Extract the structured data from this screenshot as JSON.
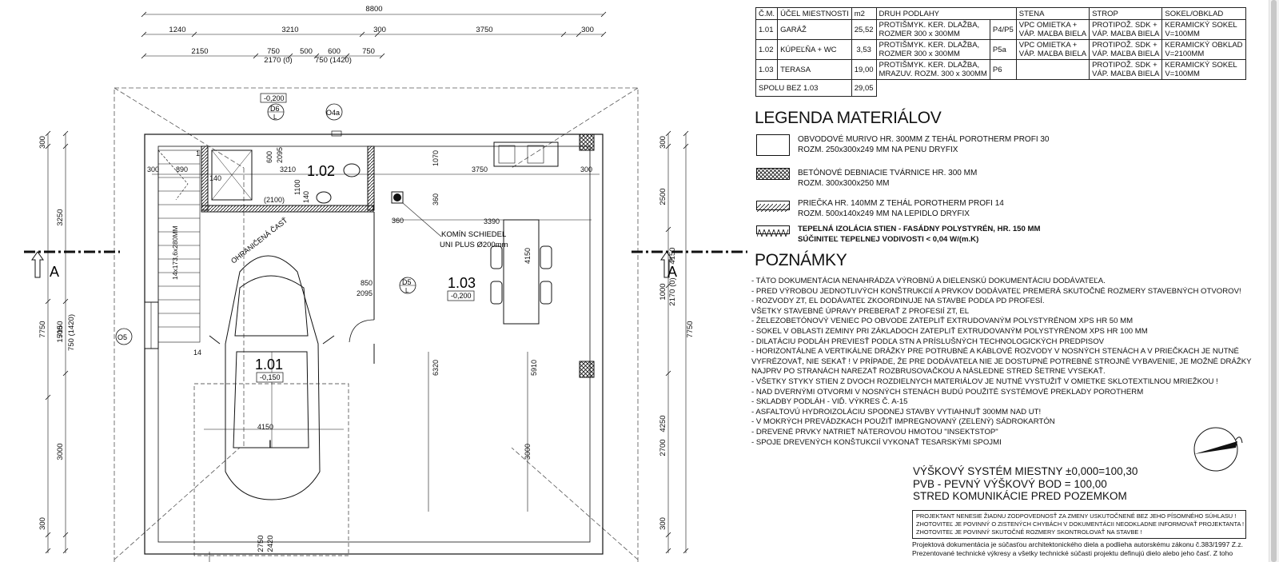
{
  "table": {
    "headers": [
      "Č.M.",
      "ÚČEL MIESTNOSTI",
      "m2",
      "DRUH PODLAHY",
      "",
      "STENA",
      "STROP",
      "SOKEL/OBKLAD"
    ],
    "rows": [
      {
        "id": "1.01",
        "name": "GARÁŽ",
        "area": "25,52",
        "floor1": "PROTIŠMYK. KER. DLAŽBA,",
        "floor2": "ROZMER 300 x 300MM",
        "code": "P4/P5",
        "wall1": "VPC OMIETKA +",
        "wall2": "VÁP. MAĽBA BIELA",
        "ceil1": "PROTIPOŽ. SDK +",
        "ceil2": "VÁP. MAĽBA BIELA",
        "sock1": "KERAMICKÝ SOKEL",
        "sock2": "V=100MM"
      },
      {
        "id": "1.02",
        "name": "KÚPEĽŇA + WC",
        "area": "3,53",
        "floor1": "PROTIŠMYK. KER. DLAŽBA,",
        "floor2": "ROZMER 300 x 300MM",
        "code": "P5a",
        "wall1": "VPC OMIETKA +",
        "wall2": "VÁP. MAĽBA BIELA",
        "ceil1": "PROTIPOŽ. SDK +",
        "ceil2": "VÁP. MAĽBA BIELA",
        "sock1": "KERAMICKÝ OBKLAD",
        "sock2": "V=2100MM"
      },
      {
        "id": "1.03",
        "name": "TERASA",
        "area": "19,00",
        "floor1": "PROTIŠMYK. KER. DLAŽBA,",
        "floor2": "MRAZUV. ROZM. 300 x 300MM",
        "code": "P6",
        "wall1": "",
        "wall2": "",
        "ceil1": "PROTIPOŽ. SDK +",
        "ceil2": "VÁP. MAĽBA BIELA",
        "sock1": "KERAMICKÝ SOKEL",
        "sock2": "V=100MM"
      }
    ],
    "total_label": "SPOLU BEZ 1.03",
    "total_value": "29,05"
  },
  "legend": {
    "title": "LEGENDA MATERIÁLOV",
    "items": [
      {
        "l1": "OBVODOVÉ MURIVO HR. 300MM Z TEHÁL POROTHERM PROFI 30",
        "l2": "ROZM. 250x300x249 MM NA PENU DRYFIX",
        "pattern": "plain"
      },
      {
        "l1": "BETÓNOVÉ DEBNIACIE TVÁRNICE HR. 300 MM",
        "l2": "ROZM. 300x300x250 MM",
        "pattern": "cross"
      },
      {
        "l1": "PRIEČKA HR. 140MM Z TEHÁL POROTHERM PROFI 14",
        "l2": "ROZM. 500x140x249 MM NA LEPIDLO DRYFIX",
        "pattern": "hatch"
      },
      {
        "l1": "TEPELNÁ IZOLÁCIA STIEN - FASÁDNY POLYSTYRÉN, HR. 150 MM",
        "l2": "SÚČINITEĽ TEPELNEJ VODIVOSTI < 0,04 W/(m.K)",
        "pattern": "zigzag"
      }
    ]
  },
  "notes": {
    "title": "POZNÁMKY",
    "lines": [
      "- TÁTO DOKUMENTÁCIA NENAHRÁDZA VÝROBNÚ A DIELENSKÚ DOKUMENTÁCIU DODÁVATEĽA.",
      "- PRED VÝROBOU JEDNOTLIVÝCH KONŠTRUKCIÍ A PRVKOV DODÁVATEĽ PREMERÁ SKUTOČNÉ ROZMERY STAVEBNÝCH OTVOROV!",
      "- ROZVODY ZT, EL DODÁVATEĽ ZKOORDINUJE NA STAVBE PODĽA PD PROFESÍ.",
      "   VŠETKY STAVEBNÉ ÚPRAVY PREBERAŤ Z PROFESIÍ ZT, EL",
      "- ŽELEZOBETÓNOVÝ VENIEC PO OBVODE ZATEPLIŤ EXTRUDOVANÝM POLYSTYRÉNOM XPS HR 50 MM",
      "- SOKEL V OBLASTI ZEMINY PRI ZÁKLADOCH ZATEPLIŤ EXTRUDOVANÝM POLYSTYRÉNOM XPS HR 100 MM",
      "- DILATÁCIU PODLÁH PREVIESŤ PODĽA STN A PRÍSLUŠNÝCH TECHNOLOGICKÝCH PREDPISOV",
      "- HORIZONTÁLNE A VERTIKÁLNE DRÁŽKY PRE POTRUBNÉ A KÁBLOVÉ ROZVODY V NOSNÝCH STENÁCH A V PRIEČKACH JE NUTNÉ",
      "  VYFRÉZOVAŤ, NIE SEKAŤ !  V PRÍPADE, ŽE PRE DODÁVATEĽA NIE JE DOSTUPNÉ POTREBNÉ STROJNÉ VYBAVENIE,  JE MOŽNÉ DRÁŽKY",
      "  NAJPRV PO STRANÁCH NAREZAŤ ROZBRUSOVAČKOU A NÁSLEDNE STRED ŠETRNE VYSEKAŤ.",
      "- VŠETKY STYKY STIEN Z DVOCH ROZDIELNYCH MATERIÁLOV JE NUTNÉ VYSTUŽIŤ V OMIETKE SKLOTEXTILNOU MRIEŽKOU !",
      "- NAD DVERNÝMI OTVORMI V NOSNÝCH STENÁCH BUDÚ POUŽITÉ SYSTÉMOVÉ PREKLADY POROTHERM",
      "- SKLADBY PODLÁH - VIĎ. VÝKRES Č. A-15",
      "- ASFALTOVÚ HYDROIZOLÁCIU SPODNEJ STAVBY VYTIAHNUŤ 300MM NAD UT!",
      "- V MOKRÝCH PREVÁDZKACH POUŽIŤ IMPREGNOVANÝ (ZELENÝ) SÁDROKARTÓN",
      "- DREVENÉ PRVKY NATRIEŤ NÁTEROVOU HMOTOU \"INSEKTSTOP\"",
      "- SPOJE DREVENÝCH KONŠTUKCIÍ VYKONAŤ TESARSKÝMI SPOJMI"
    ]
  },
  "height_system": {
    "l1": "VÝŠKOVÝ  SYSTÉM  MIESTNY    ±0,000=100,30",
    "l2": "PVB - PEVNÝ VÝŠKOVÝ BOD = 100,00",
    "l3": "STRED KOMUNIKÁCIE PRED POZEMKOM"
  },
  "warning": {
    "l1": "PROJEKTANT NENESIE ŽIADNU ZODPOVEDNOSŤ ZA ZMENY USKUTOČNENÉ BEZ JEHO PÍSOMNÉHO SÚHLASU !",
    "l2": "ZHOTOVITEĽ JE POVINNÝ O ZISTENÝCH CHYBÁCH V DOKUMENTÁCII NEODKLADNE INFORMOVAŤ PROJEKTANTA !",
    "l3": "ZHOTOVITEĽ JE POVINNÝ SKUTOČNÉ ROZMERY SKONTROLOVAŤ NA STAVBE !"
  },
  "copyright": {
    "l1": "Projektová dokumentácia je súčasťou architektonického diela a podlieha autorskému zákonu č.383/1997 Z.z.",
    "l2": "Prezentované technické výkresy a všetky technické súčasti projektu definujú dielo alebo jeho časť. Z toho"
  },
  "plan": {
    "dims_top": [
      "8800",
      "1240",
      "3210",
      "300",
      "3750",
      "300",
      "2150",
      "750",
      "500",
      "600",
      "750",
      "2170 (0)",
      "750 (1420)"
    ],
    "dims_left": [
      "300",
      "3250",
      "7750",
      "7150",
      "1500",
      "750 (1420)",
      "3000",
      "300"
    ],
    "dims_right": [
      "300",
      "2500",
      "1000",
      "2170 (0)",
      "4150",
      "7750",
      "4250",
      "2700",
      "300"
    ],
    "dims_bottom": [
      "2750",
      "2420"
    ],
    "inner_dims": [
      "300",
      "890",
      "1",
      "140",
      "600",
      "2095",
      "3210",
      "1070",
      "3750",
      "300",
      "1100",
      "140",
      "(2100)",
      "360",
      "3390",
      "360",
      "850",
      "2095",
      "6320",
      "5910",
      "3000",
      "14",
      "4150",
      "14x173,6x280MM"
    ],
    "level_top": "-0,200",
    "room_102": "1.02",
    "room_101": "1.01",
    "level_101": "-0,150",
    "room_103": "1.03",
    "level_103": "-0,200",
    "chimney_1": "KOMÍN SCHIEDEL",
    "chimney_2": "UNI PLUS Ø200mm",
    "stair_label": "OHRANIČENÁ ČASŤ",
    "section_label": "A",
    "door_d6": "D6",
    "door_d5": "D5",
    "window_o4a": "O4a",
    "window_o5": "O5",
    "door_letter": "L",
    "table_dim": "4150",
    "car_mark": "I"
  }
}
